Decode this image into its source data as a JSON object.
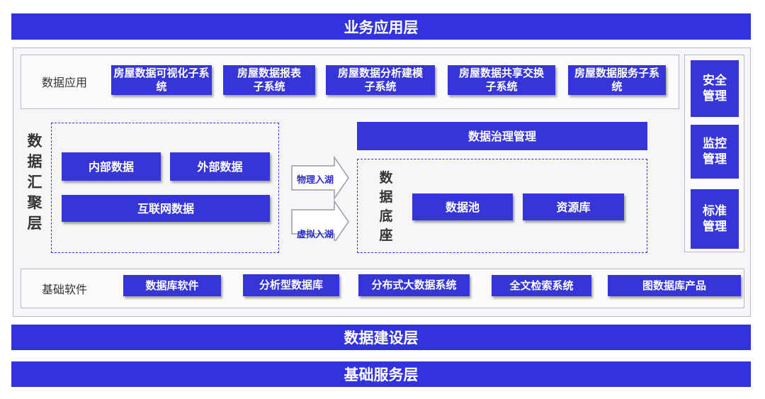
{
  "layers": {
    "business": "业务应用层",
    "construction": "数据建设层",
    "foundation": "基础服务层"
  },
  "data_app": {
    "label": "数据应用",
    "items": [
      "房屋数据可视化子系统",
      "房屋数据报表子系统",
      "房屋数据分析建模子系统",
      "房屋数据共享交换子系统",
      "房屋数据服务子系统"
    ]
  },
  "aggregation": {
    "label": "数据汇聚层",
    "internal": "内部数据",
    "external": "外部数据",
    "internet": "互联网数据",
    "arrow_physical": "物理入湖",
    "arrow_virtual": "虚拟入湖",
    "governance": "数据治理管理",
    "base_label": "数据底座",
    "pool": "数据池",
    "resource": "资源库"
  },
  "base_software": {
    "label": "基础软件",
    "items": [
      "数据库软件",
      "分析型数据库",
      "分布式大数据系统",
      "全文检索系统",
      "图数据库产品"
    ]
  },
  "side": {
    "items": [
      "安全管理",
      "监控管理",
      "标准管理"
    ]
  },
  "colors": {
    "accent": "#3636d8",
    "band": "#3333dd",
    "panel": "#f6f6f8"
  }
}
